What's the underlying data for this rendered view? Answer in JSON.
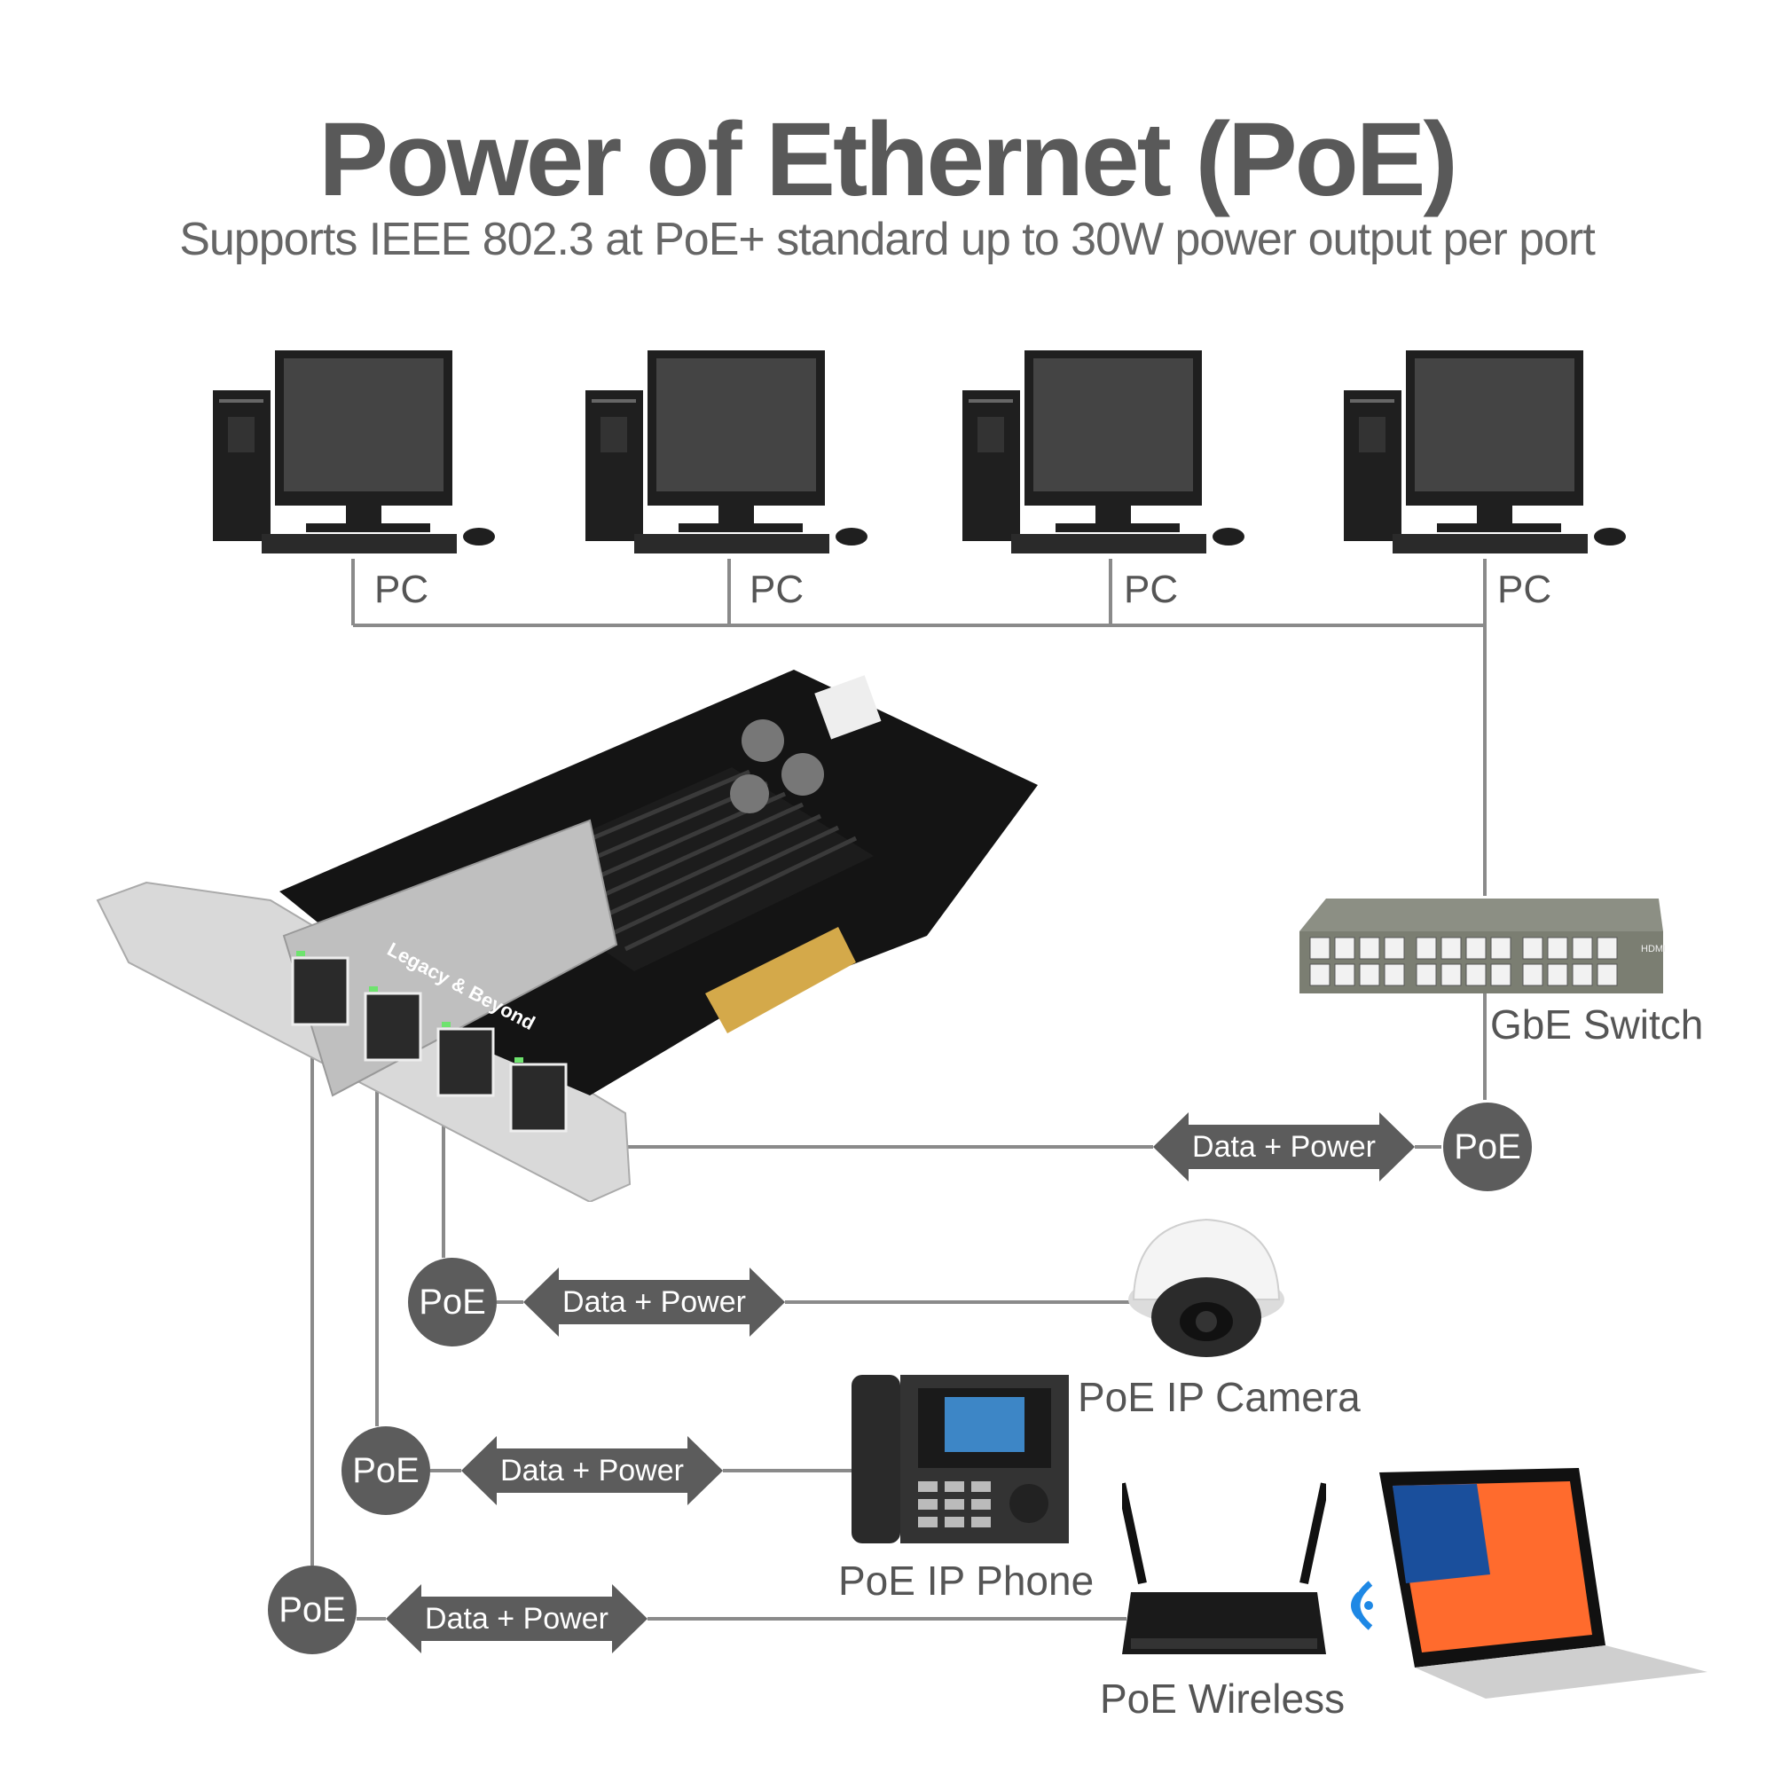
{
  "header": {
    "title": "Power of Ethernet (PoE)",
    "subtitle": "Supports IEEE 802.3 at PoE+ standard up to 30W power output per port"
  },
  "pcs": [
    {
      "label": "PC"
    },
    {
      "label": "PC"
    },
    {
      "label": "PC"
    },
    {
      "label": "PC"
    }
  ],
  "switch": {
    "label": "GbE Switch",
    "port_count": 24,
    "hdmi_text": "HDMI"
  },
  "card": {
    "brand": "Legacy & Beyond",
    "port_count": 4,
    "ports": [
      "PoE",
      "PoE",
      "PoE",
      "PoE"
    ]
  },
  "links": {
    "switch": {
      "badge": "PoE",
      "arrow": "Data + Power"
    },
    "camera": {
      "badge": "PoE",
      "arrow": "Data + Power",
      "device": "PoE IP Camera"
    },
    "phone": {
      "badge": "PoE",
      "arrow": "Data + Power",
      "device": "PoE IP Phone"
    },
    "wireless": {
      "badge": "PoE",
      "arrow": "Data + Power",
      "device": "PoE Wireless"
    }
  },
  "colors": {
    "badge": "#5c5c5c",
    "line": "#8a8a8a",
    "wifi": "#1e88e5",
    "card_pcb": "#141414",
    "gold": "#d4a94a"
  }
}
